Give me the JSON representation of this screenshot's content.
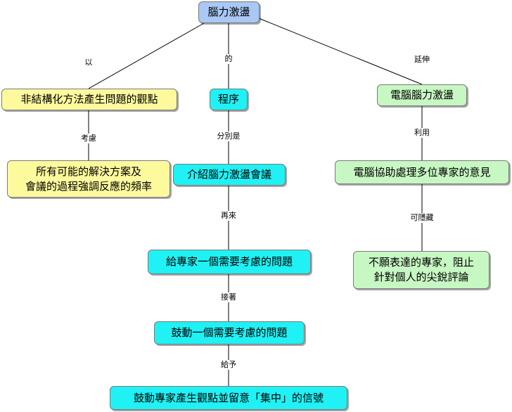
{
  "colors": {
    "root": "#a9c8f5",
    "yellow": "#fdfa9e",
    "cyan": "#1ff1f4",
    "green": "#c7f7c2"
  },
  "nodes": {
    "root": "腦力激盪",
    "non_structured": "非結構化方法產生問題的觀點",
    "procedure": "程序",
    "computer_bs": "電腦腦力激盪",
    "all_solutions": "所有可能的解決方案及\n會議的過程強調反應的頻率",
    "intro_meeting": "介紹腦力激盪會議",
    "computer_assist": "電腦協助處理多位專家的意見",
    "give_problem": "給專家一個需要考慮的問題",
    "hide_expert": "不願表達的專家，阻止\n針對個人的尖銳評論",
    "encourage_problem": "鼓動一個需要考慮的問題",
    "encourage_focus": "鼓動專家產生觀點並留意「集中」的信號"
  },
  "edge_labels": {
    "by": "以",
    "of": "的",
    "extend": "延伸",
    "consider": "考慮",
    "respectively": "分別是",
    "use": "利用",
    "then": "再來",
    "can_hide": "可隱藏",
    "next": "接著",
    "give": "給予"
  }
}
